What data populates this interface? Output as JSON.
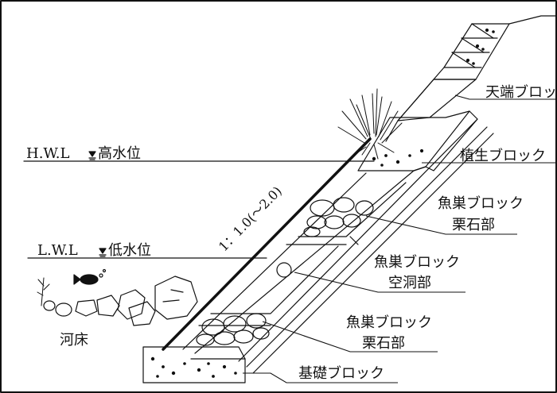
{
  "labels": {
    "tenba": "天端ブロック",
    "shokusei": "植生ブロック",
    "hwl": "H.W.L",
    "hwl_desc": "高水位",
    "lwl": "L.W.L",
    "lwl_desc": "低水位",
    "gyoso_kuriishi_1": "魚巣ブロック",
    "kuriishi_1": "栗石部",
    "gyoso_kudou": "魚巣ブロック",
    "kudou": "空洞部",
    "gyoso_kuriishi_2": "魚巣ブロック",
    "kuriishi_2": "栗石部",
    "kiso": "基礎ブロック",
    "kasho": "河床",
    "slope": "1：1.0(～2.0)"
  },
  "colors": {
    "line": "#111111",
    "background": "#ffffff"
  },
  "icons": {
    "water_level_mark": "water-level-icon",
    "fish": "fish-icon",
    "plant": "plant-icon"
  }
}
